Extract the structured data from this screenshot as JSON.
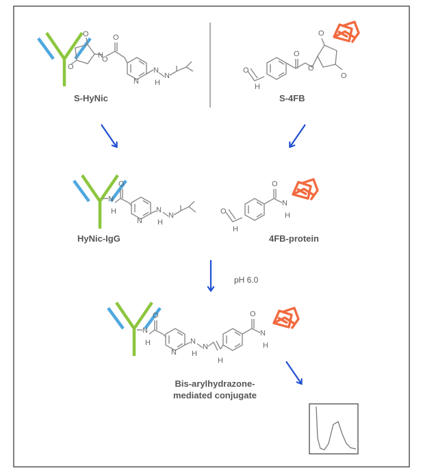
{
  "labels": {
    "s_hynic": "S-HyNic",
    "s_4fb": "S-4FB",
    "hynic_igg": "HyNic-IgG",
    "fb_protein": "4FB-protein",
    "ph": "pH 6.0",
    "conjugate_line1": "Bis-arylhydrazone-",
    "conjugate_line2": "mediated conjugate"
  },
  "atoms": {
    "oxygen": "O",
    "nitrogen": "N",
    "hydrogen": "H"
  },
  "colors": {
    "antibody_heavy": "#8cc63f",
    "antibody_light": "#4fa8df",
    "protein": "#f26a3f",
    "arrow": "#1f4fd1",
    "bond": "#888888",
    "text": "#555555",
    "border": "#555555"
  },
  "icons": [
    "antibody-icon",
    "protein-icon",
    "arrow-icon",
    "chromatogram-icon"
  ]
}
